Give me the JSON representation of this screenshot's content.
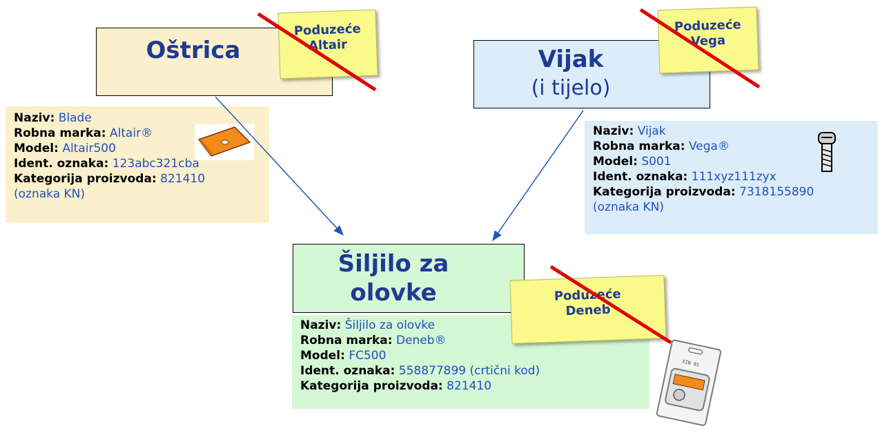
{
  "colors": {
    "accent_text": "#1f3a93",
    "value_text": "#1f4fbf",
    "strike": "#e00000",
    "arrow": "#2255bb",
    "component_a_bg": "#fbf0cc",
    "component_b_bg": "#dcedf9",
    "product_bg": "#d4f7d4",
    "sticky_note_bg": "#fafa8a"
  },
  "components": [
    {
      "title": "Oštrica",
      "subtitle": "",
      "company_note": {
        "line1": "Poduzeće",
        "line2": "Altair"
      },
      "image_icon": "blade-icon",
      "info": [
        {
          "label": "Naziv:",
          "value": "Blade"
        },
        {
          "label": "Robna marka:",
          "value": "Altair®"
        },
        {
          "label": "Model:",
          "value": "Altair500"
        },
        {
          "label": "Ident. oznaka:",
          "value": "123abc321cba"
        },
        {
          "label": "Kategorija proizvoda:",
          "value": "821410"
        }
      ],
      "info_extra": "(oznaka KN)"
    },
    {
      "title": "Vijak",
      "subtitle": "(i tijelo)",
      "company_note": {
        "line1": "Poduzeće",
        "line2": "Vega"
      },
      "image_icon": "screw-icon",
      "info": [
        {
          "label": "Naziv:",
          "value": "Vijak"
        },
        {
          "label": "Robna marka:",
          "value": "Vega®"
        },
        {
          "label": "Model:",
          "value": "S001"
        },
        {
          "label": "Ident. oznaka:",
          "value": "111xyz111zyx"
        },
        {
          "label": "Kategorija proizvoda:",
          "value": "7318155890"
        }
      ],
      "info_extra": "(oznaka KN)"
    }
  ],
  "product": {
    "title_line1": "Šiljilo za",
    "title_line2": "olovke",
    "company_note": {
      "line1": "Poduzeće",
      "line2": "Deneb"
    },
    "image_icon": "pencil-sharpener-package-icon",
    "package_label": "XIN 01",
    "info": [
      {
        "label": "Naziv:",
        "value": "Šiljilo za olovke"
      },
      {
        "label": "Robna marka:",
        "value": "Deneb®"
      },
      {
        "label": "Model:",
        "value": "FC500"
      },
      {
        "label": "Ident. oznaka:",
        "value": "558877899 (crtični kod)"
      },
      {
        "label": "Kategorija proizvoda:",
        "value": "821410"
      }
    ]
  }
}
